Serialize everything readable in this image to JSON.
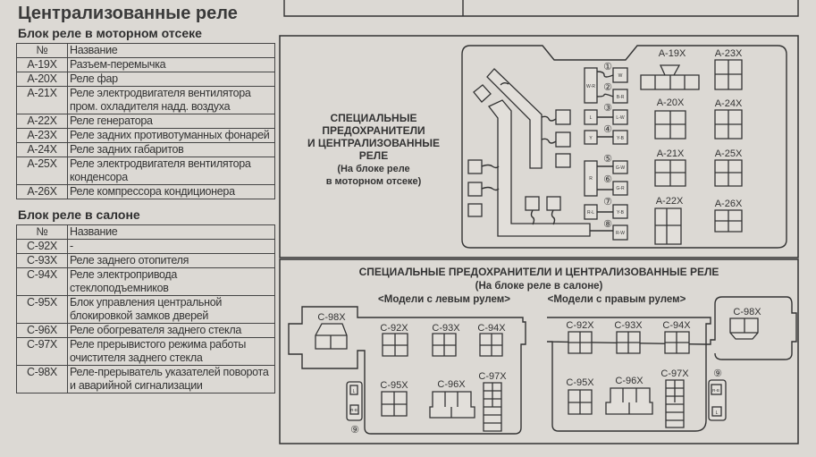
{
  "title": "Централизованные реле",
  "engine_section": {
    "heading": "Блок реле в моторном отсеке",
    "columns": [
      "№",
      "Название"
    ],
    "rows": [
      {
        "id": "A-19X",
        "name": "Разъем-перемычка"
      },
      {
        "id": "A-20X",
        "name": "Реле фар"
      },
      {
        "id": "A-21X",
        "name": "Реле электродвигателя вентилятора пром. охладителя надд. воздуха"
      },
      {
        "id": "A-22X",
        "name": "Реле генератора"
      },
      {
        "id": "A-23X",
        "name": "Реле задних противотуманных фонарей"
      },
      {
        "id": "A-24X",
        "name": "Реле задних габаритов"
      },
      {
        "id": "A-25X",
        "name": "Реле электродвигателя вентилятора конденсора"
      },
      {
        "id": "A-26X",
        "name": "Реле компрессора кондиционера"
      }
    ]
  },
  "cabin_section": {
    "heading": "Блок реле в салоне",
    "columns": [
      "№",
      "Название"
    ],
    "rows": [
      {
        "id": "C-92X",
        "name": "-"
      },
      {
        "id": "C-93X",
        "name": "Реле заднего отопителя"
      },
      {
        "id": "C-94X",
        "name": "Реле электропривода стеклоподъемников"
      },
      {
        "id": "C-95X",
        "name": "Блок управления центральной блокировкой замков дверей"
      },
      {
        "id": "C-96X",
        "name": "Реле обогревателя заднего стекла"
      },
      {
        "id": "C-97X",
        "name": "Реле прерывистого режима работы очистителя заднего стекла"
      },
      {
        "id": "C-98X",
        "name": "Реле-прерыватель указателей поворота и аварийной сигнализации"
      }
    ]
  },
  "engine_diagram": {
    "caption": [
      "СПЕЦИАЛЬНЫЕ",
      "ПРЕДОХРАНИТЕЛИ",
      "И ЦЕНТРАЛИЗОВАННЫЕ",
      "РЕЛЕ",
      "(На блоке реле",
      "в моторном отсеке)"
    ],
    "fuse_numbers": [
      "①",
      "②",
      "③",
      "④",
      "⑤",
      "⑥",
      "⑦",
      "⑧"
    ],
    "wire_codes": [
      "W-R",
      "W",
      "B-R",
      "L",
      "L-W",
      "Y",
      "Y-B",
      "R",
      "G-W",
      "G-R",
      "R-L",
      "Y-B",
      "R-W"
    ],
    "relays": [
      "A-19X",
      "A-20X",
      "A-21X",
      "A-22X",
      "A-23X",
      "A-24X",
      "A-25X",
      "A-26X"
    ]
  },
  "cabin_diagram": {
    "title": "СПЕЦИАЛЬНЫЕ ПРЕДОХРАНИТЕЛИ И ЦЕНТРАЛИЗОВАННЫЕ РЕЛЕ",
    "subtitle": "(На блоке реле в салоне)",
    "left_label": "<Модели с левым рулем>",
    "right_label": "<Модели с правым рулем>",
    "relays": [
      "C-92X",
      "C-93X",
      "C-94X",
      "C-95X",
      "C-96X",
      "C-97X",
      "C-98X"
    ],
    "fuse_number": "⑨",
    "wire_codes": [
      "L",
      "R-B"
    ]
  }
}
